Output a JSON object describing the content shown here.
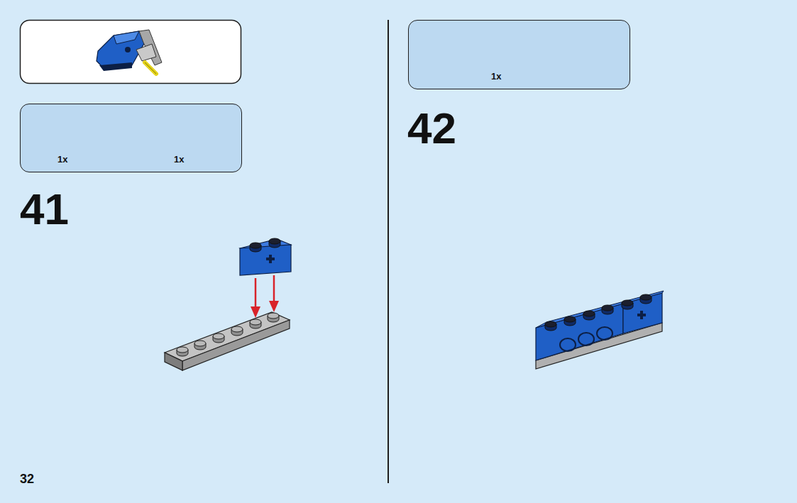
{
  "diagram": {
    "nodes": [
      {
        "text": [
          "1x",
          "1x"
        ]
      },
      {
        "text": [
          "1x"
        ]
      }
    ],
    "labels": [
      "41",
      "42",
      "32"
    ]
  }
}
